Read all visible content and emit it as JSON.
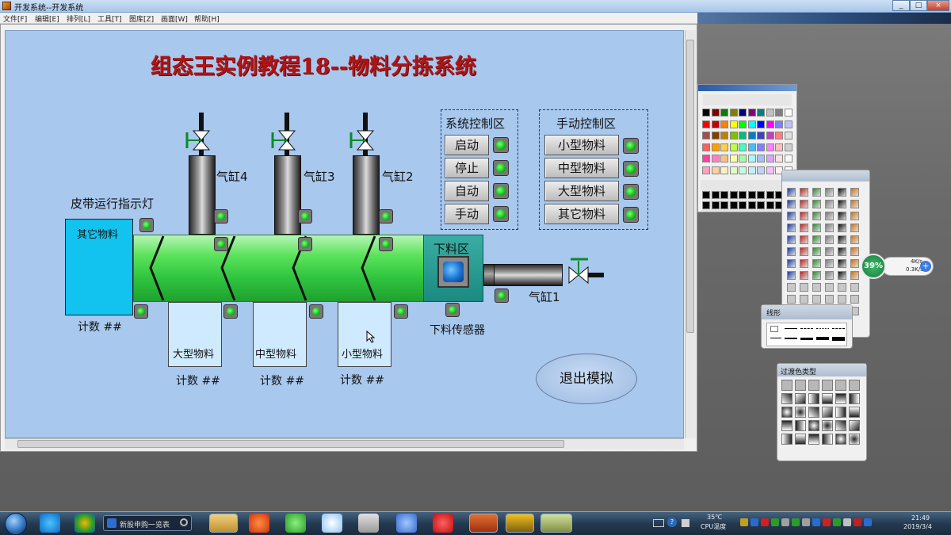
{
  "window": {
    "title": "开发系统--开发系统",
    "min": "_",
    "max": "□",
    "close": "×"
  },
  "menu": [
    "文件[F]",
    "编辑[E]",
    "排列[L]",
    "工具[T]",
    "图库[Z]",
    "画面[W]",
    "帮助[H]"
  ],
  "canvas": {
    "title": "组态王实例教程18--物料分拣系统",
    "belt_label": "皮带运行指示灯",
    "other_box": "其它物料",
    "bins": [
      "大型物料",
      "中型物料",
      "小型物料"
    ],
    "count_left": "计数 ##",
    "counts": [
      "计数 ##",
      "计数 ##",
      "计数 ##"
    ],
    "cylinders": [
      "气缸4",
      "气缸3",
      "气缸2"
    ],
    "cylinder1": "气缸1",
    "discharge": "下料区",
    "discharge_sensor": "下料传感器",
    "system_panel": {
      "title": "系统控制区",
      "buttons": [
        "启动",
        "停止",
        "自动",
        "手动"
      ]
    },
    "manual_panel": {
      "title": "手动控制区",
      "buttons": [
        "小型物料",
        "中型物料",
        "大型物料",
        "其它物料"
      ]
    },
    "exit": "退出模拟"
  },
  "toolbox": {
    "title": "工具箱"
  },
  "line_panel": {
    "title": "线形"
  },
  "gradient_panel": {
    "title": "过渡色类型"
  },
  "net": {
    "percent": "39%",
    "up": "4K/s",
    "down": "0.3K/s"
  },
  "palette_colors": [
    "#000000",
    "#800000",
    "#008000",
    "#808000",
    "#000080",
    "#800080",
    "#008080",
    "#c0c0c0",
    "#808080",
    "#ffffff",
    "#ff0000",
    "#c00000",
    "#ff8000",
    "#ffff00",
    "#00ff00",
    "#00ffff",
    "#0000ff",
    "#ff00ff",
    "#8080ff",
    "#c0c0ff",
    "#a05050",
    "#804000",
    "#c08000",
    "#80c000",
    "#00c080",
    "#0080c0",
    "#4040c0",
    "#c040c0",
    "#ff8080",
    "#e0e0e0",
    "#ff6060",
    "#ffa000",
    "#ffd040",
    "#c0ff40",
    "#40ffc0",
    "#40c0ff",
    "#8080ff",
    "#ff80ff",
    "#ffc0c0",
    "#d0d0d0",
    "#ff40a0",
    "#ff80c0",
    "#ffc080",
    "#ffffa0",
    "#a0ffa0",
    "#a0ffff",
    "#a0c0ff",
    "#e0a0ff",
    "#ffe0e0",
    "#f8f8f8",
    "#ffa0c0",
    "#ffd0a0",
    "#fff0c0",
    "#e0ffc0",
    "#c0ffe0",
    "#c0f0ff",
    "#c0d0ff",
    "#f0c0ff",
    "#fff0f0",
    "#ffffff"
  ],
  "taskbar": {
    "search": "新股申购一览表",
    "temp": "35℃",
    "temp_label": "CPU温度",
    "time": "21:49",
    "date": "2019/3/4"
  }
}
